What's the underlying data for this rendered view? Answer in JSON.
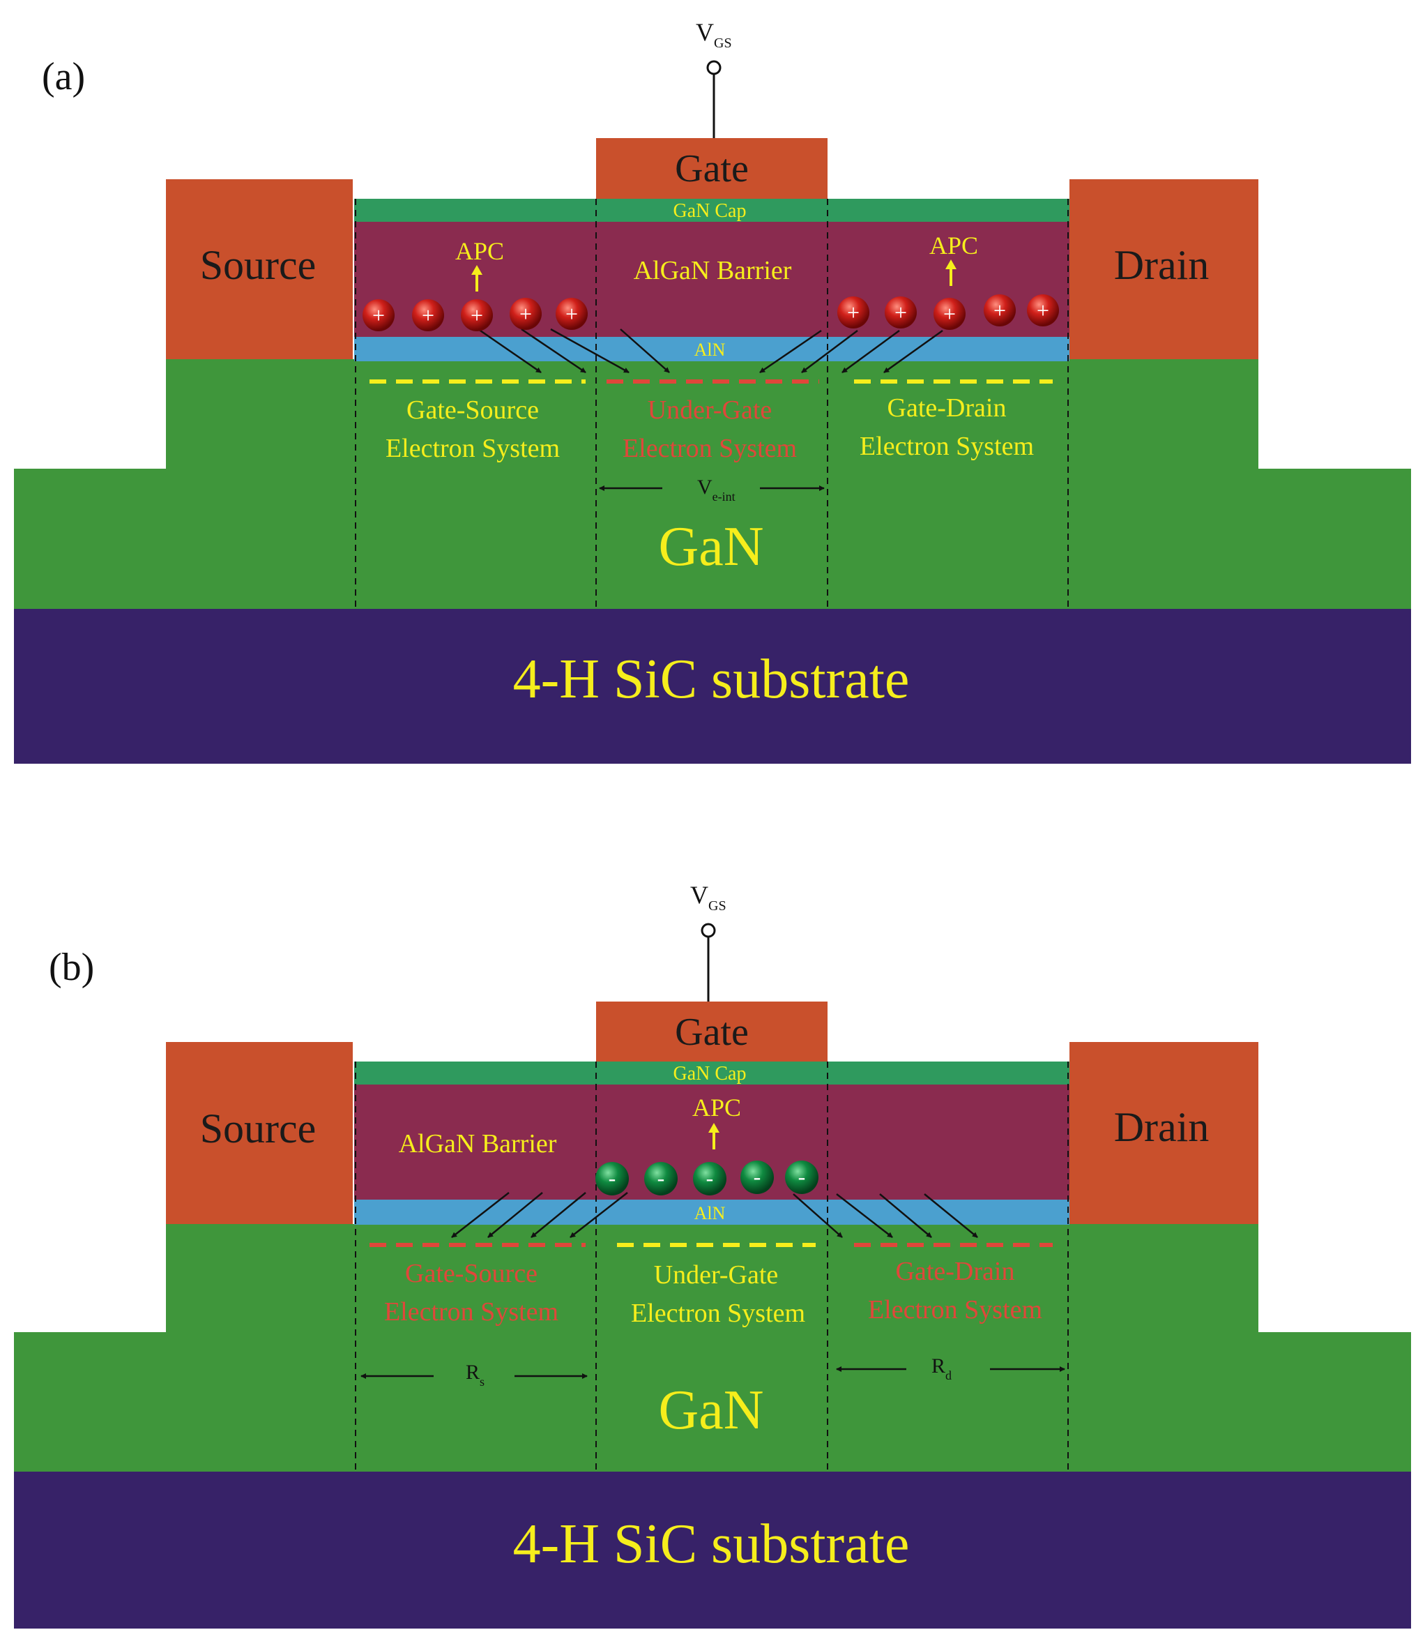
{
  "colors": {
    "metal": "#c9502c",
    "gan_cap": "#2f9a5e",
    "algan": "#8a2b4f",
    "aln": "#4ba0cf",
    "gan": "#3f963b",
    "substrate": "#372268",
    "label_yellow": "#f6ee1c",
    "label_red": "#e0473a",
    "metal_text": "#1a1a1a",
    "apc_arrow": "#f6ee1c",
    "positive_charge": "#c01414",
    "negative_charge": "#0f7a3a"
  },
  "panels": [
    {
      "panel_label": "(a)",
      "vgs_label": "V",
      "vgs_sub": "GS",
      "gate_label": "Gate",
      "source_label": "Source",
      "drain_label": "Drain",
      "cap_label": "GaN Cap",
      "barrier_label": "AlGaN Barrier",
      "aln_label": "AlN",
      "gan_label": "GaN",
      "substrate_label": "4-H SiC substrate",
      "apc_labels": [
        "APC",
        "APC"
      ],
      "charge_sign": "+",
      "regions": {
        "gs": {
          "line1": "Gate-Source",
          "line2": "Electron System",
          "state": "yellow"
        },
        "ug": {
          "line1": "Under-Gate",
          "line2": "Electron System",
          "state": "red"
        },
        "gd": {
          "line1": "Gate-Drain",
          "line2": "Electron System",
          "state": "yellow"
        }
      },
      "span_labels": [
        {
          "main": "V",
          "sub": "e-int"
        }
      ]
    },
    {
      "panel_label": "(b)",
      "vgs_label": "V",
      "vgs_sub": "GS",
      "gate_label": "Gate",
      "source_label": "Source",
      "drain_label": "Drain",
      "cap_label": "GaN Cap",
      "barrier_label": "AlGaN Barrier",
      "aln_label": "AlN",
      "gan_label": "GaN",
      "substrate_label": "4-H SiC substrate",
      "apc_labels": [
        "APC"
      ],
      "charge_sign": "-",
      "regions": {
        "gs": {
          "line1": "Gate-Source",
          "line2": "Electron System",
          "state": "red"
        },
        "ug": {
          "line1": "Under-Gate",
          "line2": "Electron System",
          "state": "yellow"
        },
        "gd": {
          "line1": "Gate-Drain",
          "line2": "Electron System",
          "state": "red"
        }
      },
      "span_labels": [
        {
          "main": "R",
          "sub": "s"
        },
        {
          "main": "R",
          "sub": "d"
        }
      ]
    }
  ]
}
